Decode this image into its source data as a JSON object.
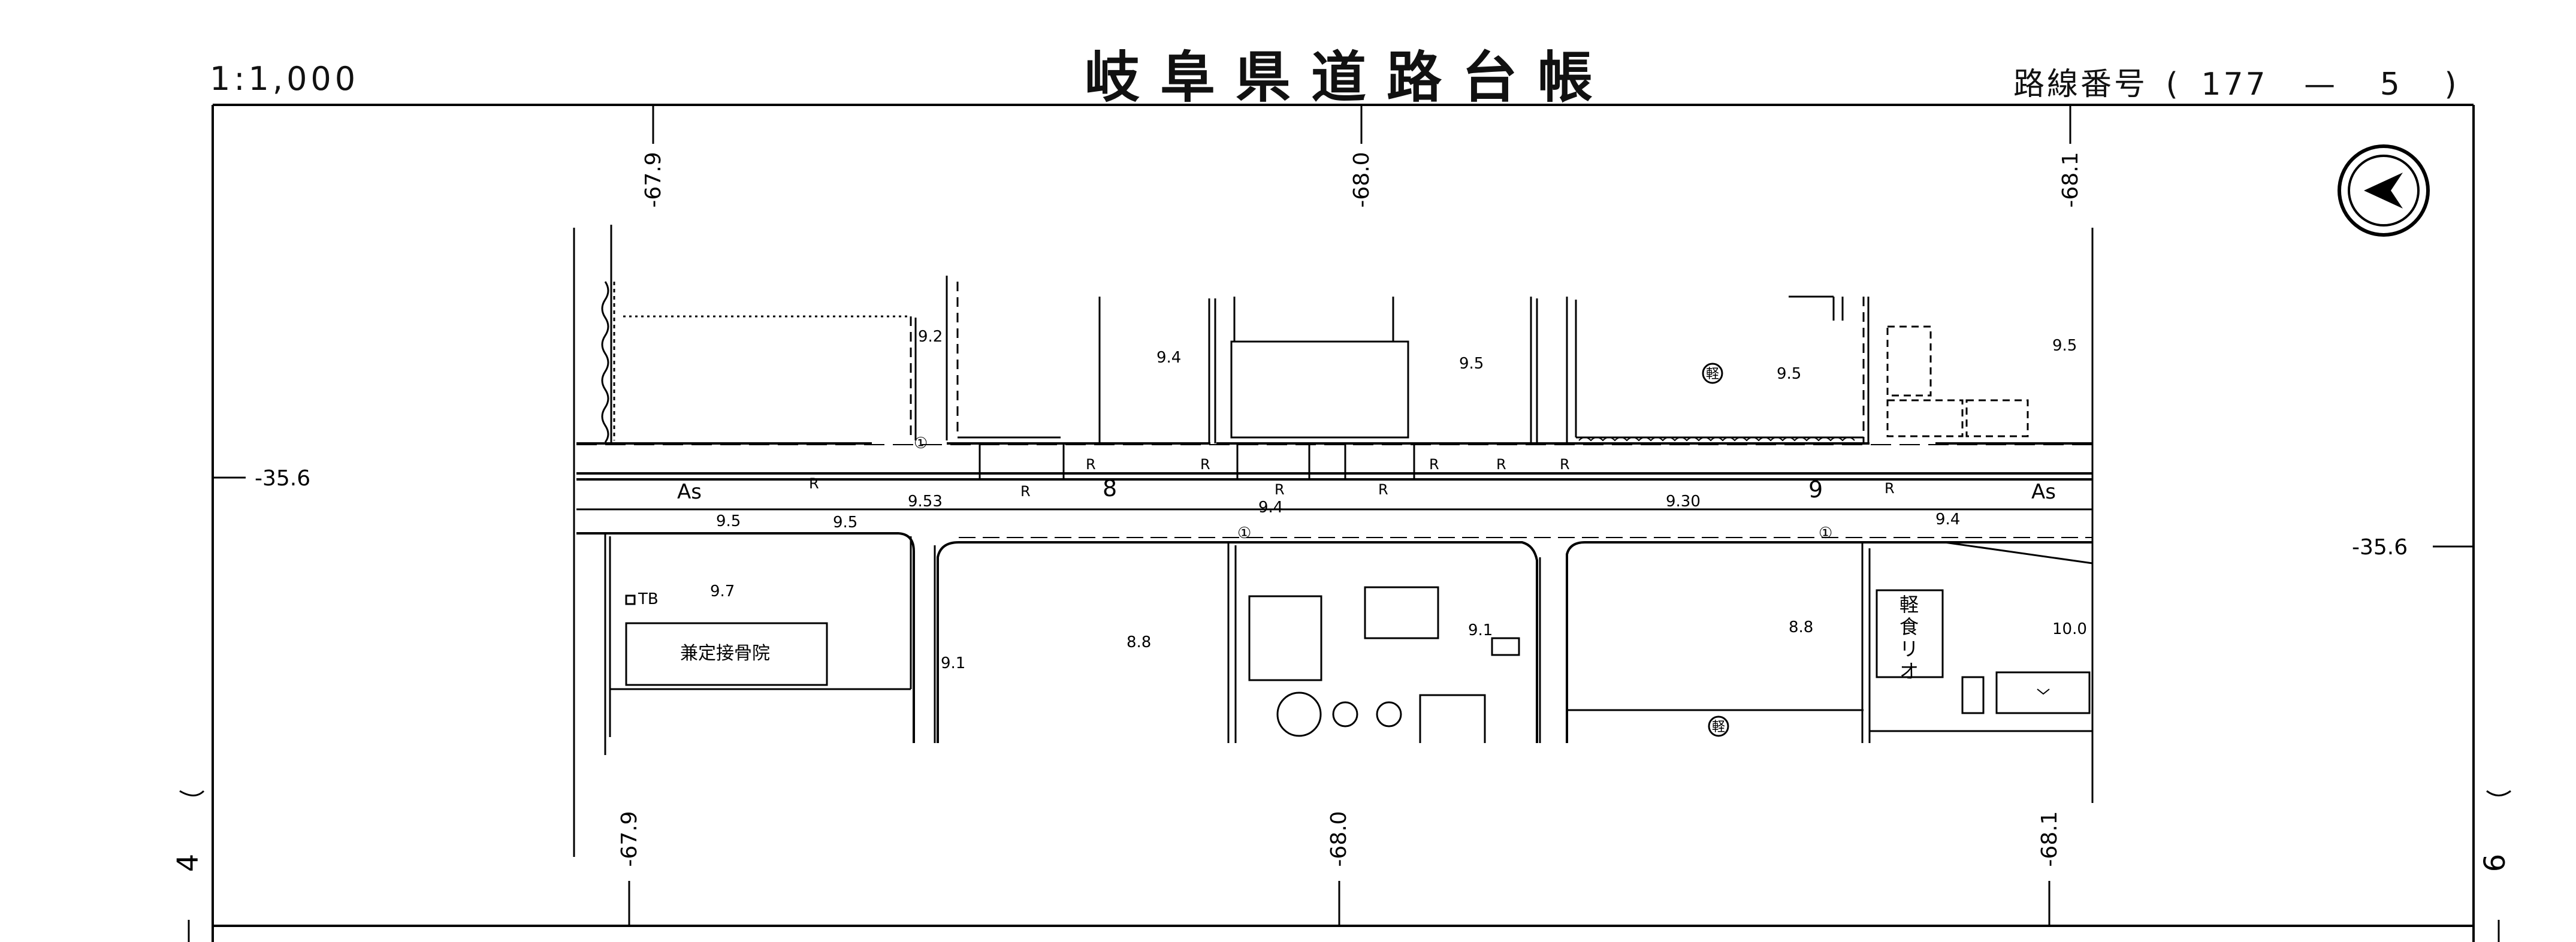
{
  "header": {
    "scale": "1:1,000",
    "title": "岐阜県道路台帳",
    "route_label": "路線番号",
    "route_open": "(",
    "route_number": "177",
    "route_dash": "—",
    "route_sheet": "5",
    "route_close": ")"
  },
  "grid": {
    "x_top": [
      "-67.9",
      "-68.0",
      "-68.1"
    ],
    "x_bottom": [
      "-67.9",
      "-68.0",
      "-68.1"
    ],
    "y_left": "-35.6",
    "y_right": "-35.6"
  },
  "side_sheets": {
    "left": "4",
    "right": "6"
  },
  "road": {
    "surface_left": "As",
    "surface_right": "As",
    "station_8": "8",
    "station_9": "9",
    "widths": [
      "9.53",
      "9.4",
      "9.30",
      "9.5",
      "9.5",
      "9.4"
    ]
  },
  "elevations": [
    "9.2",
    "9.4",
    "9.5",
    "9.5",
    "9.5",
    "9.7",
    "9.1",
    "8.8",
    "9.1",
    "8.8",
    "10.0"
  ],
  "markers": {
    "r": "R",
    "tb": "TB",
    "circle_1": "①",
    "kei": "軽"
  },
  "buildings": {
    "clinic": "兼定接骨院",
    "shop": [
      "軽",
      "食",
      "リ",
      "オ"
    ]
  },
  "symbols": {
    "north_arrow": "north-arrow-icon"
  }
}
